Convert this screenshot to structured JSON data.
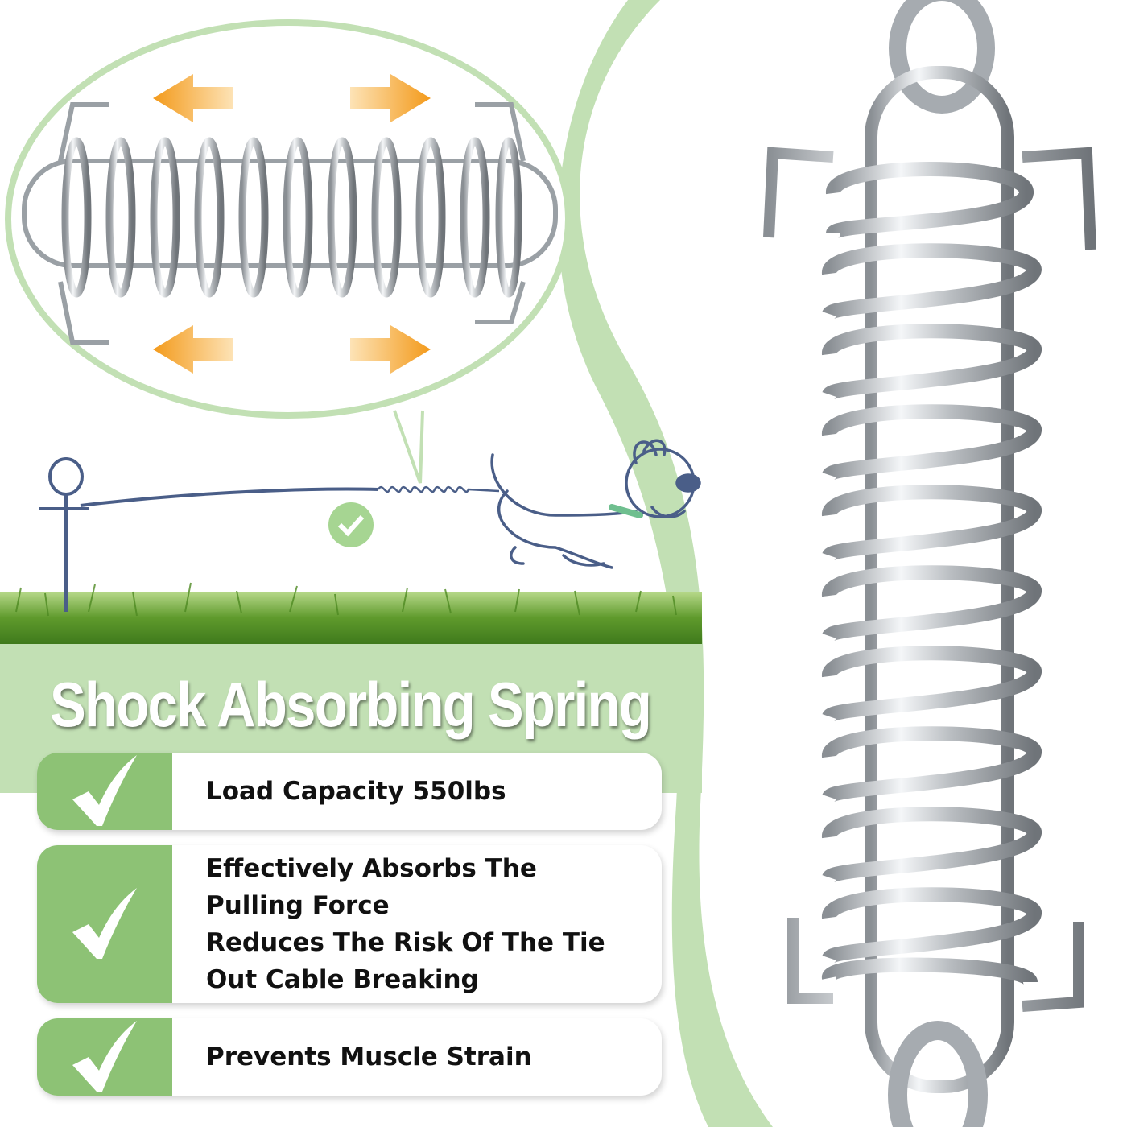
{
  "title": "Shock Absorbing Spring",
  "features": [
    {
      "lines": [
        "Load Capacity 550lbs"
      ]
    },
    {
      "lines": [
        "Effectively Absorbs The",
        "Pulling Force",
        "Reduces The Risk Of The Tie",
        "Out Cable Breaking"
      ]
    },
    {
      "lines": [
        "Prevents Muscle Strain"
      ]
    }
  ],
  "colors": {
    "light_green": "#c2e0b4",
    "check_green": "#8dc275",
    "arrow_orange": "#f39a1b"
  }
}
